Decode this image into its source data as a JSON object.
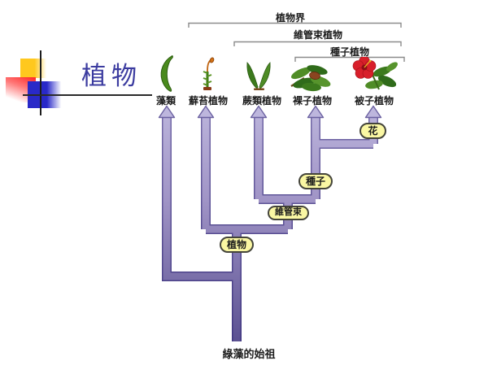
{
  "title": "植物",
  "brackets": [
    {
      "label": "植物界"
    },
    {
      "label": "維管束植物"
    },
    {
      "label": "種子植物"
    }
  ],
  "taxa": [
    {
      "label": "藻類",
      "icon": "algae-crescent"
    },
    {
      "label": "蘚苔植物",
      "icon": "moss-with-capsule"
    },
    {
      "label": "蕨類植物",
      "icon": "fern-fronds"
    },
    {
      "label": "裸子植物",
      "icon": "conifer-branch-with-cone"
    },
    {
      "label": "被子植物",
      "icon": "hibiscus-flower"
    }
  ],
  "trait_nodes": [
    {
      "label": "花"
    },
    {
      "label": "種子"
    },
    {
      "label": "維管束"
    },
    {
      "label": "植物"
    }
  ],
  "root_label": "綠藻的始祖",
  "tree": {
    "type": "cladogram",
    "root": "綠藻的始祖",
    "branch_order": [
      {
        "node": "植物",
        "clade": [
          "蘚苔植物",
          "蕨類植物",
          "裸子植物",
          "被子植物"
        ]
      },
      {
        "node": "維管束",
        "clade": [
          "蕨類植物",
          "裸子植物",
          "被子植物"
        ]
      },
      {
        "node": "種子",
        "clade": [
          "裸子植物",
          "被子植物"
        ]
      },
      {
        "node": "花",
        "clade": [
          "被子植物"
        ]
      }
    ],
    "first_split": "藻類"
  },
  "colors": {
    "title_text": "#3C3CA0",
    "branch_fill_top": "#BCB5DC",
    "branch_fill_bottom": "#5B5192",
    "branch_edge": "#4C4290",
    "node_fill": "#FAF7A3",
    "node_border": "#44443A",
    "bracket_line": "#8C8C8C",
    "deco_yellow": "#FFC81E",
    "deco_red": "#FF3030",
    "deco_blue": "#2929C8"
  }
}
